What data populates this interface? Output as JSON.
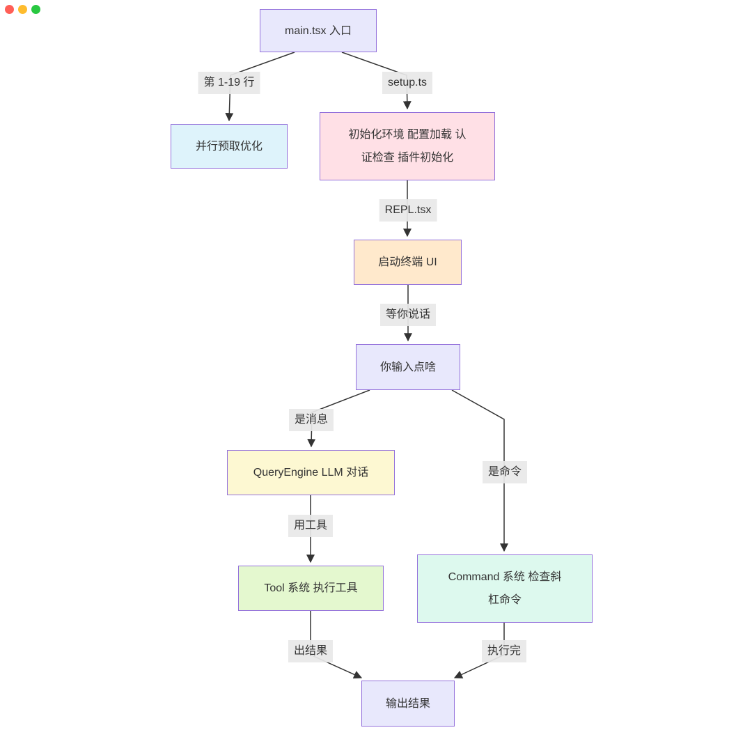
{
  "window": {
    "background": "#ffffff",
    "controls": {
      "close_color": "#ff5f57",
      "minimize_color": "#febc2e",
      "zoom_color": "#28c841"
    }
  },
  "diagram": {
    "type": "flowchart",
    "direction": "top-down",
    "colors": {
      "node_border": "#9370db",
      "edge_line": "#333333",
      "edge_label_bg": "#e8e8e8",
      "text": "#333333"
    },
    "nodes": {
      "main_entry": {
        "label": "main.tsx 入口",
        "fill": "#e8e8fc"
      },
      "prefetch": {
        "label": "并行预取优化",
        "fill": "#def3fb"
      },
      "init_env": {
        "label": "初始化环境 配置加载 认证检查 插件初始化",
        "lines": [
          "初始化环境 配置加载 认",
          "证检查 插件初始化"
        ],
        "fill": "#ffe0e6"
      },
      "terminal_ui": {
        "label": "启动终端 UI",
        "fill": "#ffe9cc"
      },
      "user_input": {
        "label": "你输入点啥",
        "fill": "#e8e8fc"
      },
      "query_engine": {
        "label": "QueryEngine LLM 对话",
        "fill": "#fdf8d2"
      },
      "tool_system": {
        "label": "Tool 系统 执行工具",
        "fill": "#e4f8cf"
      },
      "command_system": {
        "label": "Command 系统 检查斜杠命令",
        "lines": [
          "Command 系统 检查斜",
          "杠命令"
        ],
        "fill": "#ddf9ee"
      },
      "output_result": {
        "label": "输出结果",
        "fill": "#e8e8fc"
      }
    },
    "edges": [
      {
        "from": "main_entry",
        "to": "prefetch",
        "label": "第 1-19 行"
      },
      {
        "from": "main_entry",
        "to": "init_env",
        "label": "setup.ts"
      },
      {
        "from": "init_env",
        "to": "terminal_ui",
        "label": "REPL.tsx"
      },
      {
        "from": "terminal_ui",
        "to": "user_input",
        "label": "等你说话"
      },
      {
        "from": "user_input",
        "to": "query_engine",
        "label": "是消息"
      },
      {
        "from": "user_input",
        "to": "command_system",
        "label": "是命令"
      },
      {
        "from": "query_engine",
        "to": "tool_system",
        "label": "用工具"
      },
      {
        "from": "tool_system",
        "to": "output_result",
        "label": "出结果"
      },
      {
        "from": "command_system",
        "to": "output_result",
        "label": "执行完"
      }
    ]
  }
}
